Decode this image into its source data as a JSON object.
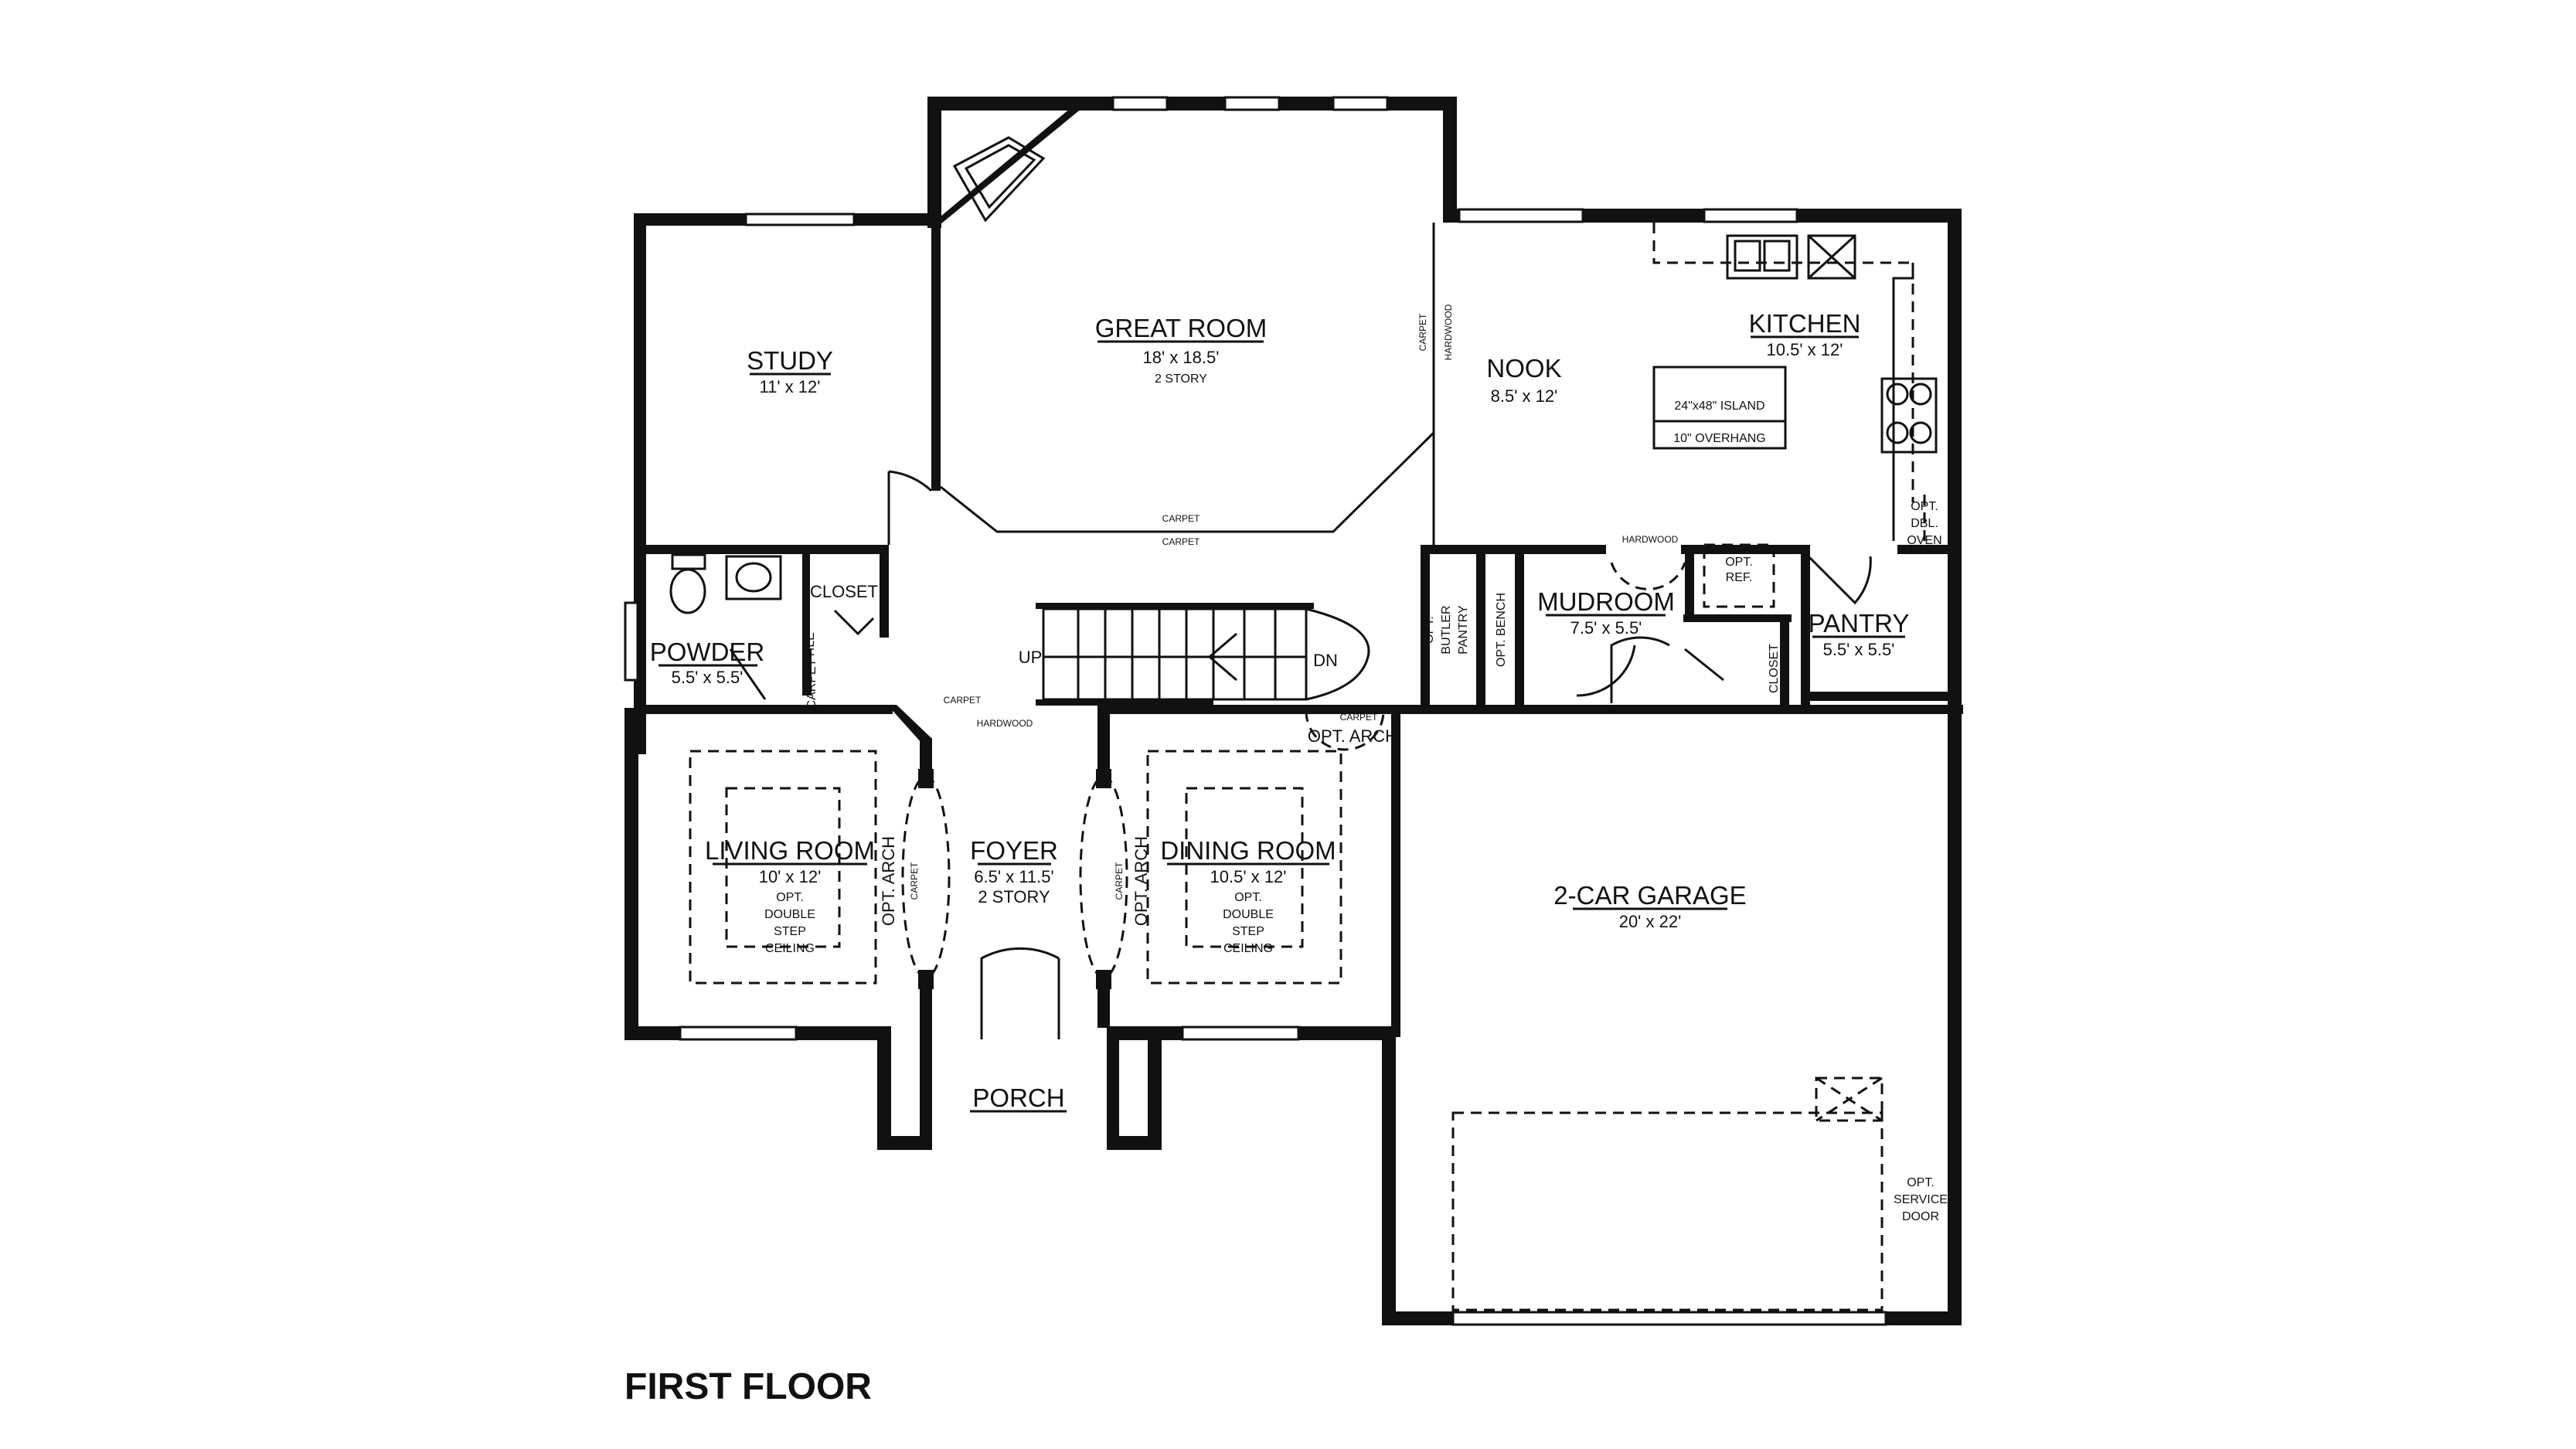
{
  "caption": "FIRST FLOOR",
  "rooms": {
    "great_room": {
      "name": "GREAT ROOM",
      "size": "18' x 18.5'",
      "note": "2 STORY"
    },
    "study": {
      "name": "STUDY",
      "size": "11' x 12'"
    },
    "nook": {
      "name": "NOOK",
      "size": "8.5' x 12'"
    },
    "kitchen": {
      "name": "KITCHEN",
      "size": "10.5' x 12'",
      "island": "24\"x48\" ISLAND",
      "overhang": "10\" OVERHANG"
    },
    "powder": {
      "name": "POWDER",
      "size": "5.5' x 5.5'"
    },
    "mudroom": {
      "name": "MUDROOM",
      "size": "7.5' x 5.5'"
    },
    "pantry": {
      "name": "PANTRY",
      "size": "5.5' x 5.5'"
    },
    "living_room": {
      "name": "LIVING ROOM",
      "size": "10' x 12'",
      "ceiling": [
        "OPT.",
        "DOUBLE",
        "STEP",
        "CEILING"
      ]
    },
    "foyer": {
      "name": "FOYER",
      "size": "6.5' x 11.5'",
      "note": "2 STORY"
    },
    "dining_room": {
      "name": "DINING ROOM",
      "size": "10.5' x 12'",
      "ceiling": [
        "OPT.",
        "DOUBLE",
        "STEP",
        "CEILING"
      ]
    },
    "garage": {
      "name": "2-CAR GARAGE",
      "size": "20' x 22'"
    },
    "porch": {
      "name": "PORCH"
    }
  },
  "notes": {
    "closet": "CLOSET",
    "carpet": "CARPET",
    "hardwood": "HARDWOOD",
    "tile": "TILE",
    "opt_arch": "OPT. ARCH",
    "up": "UP",
    "dn": "DN",
    "butler_pantry": [
      "OPT.",
      "BUTLER",
      "PANTRY"
    ],
    "opt_bench": "OPT. BENCH",
    "opt_ref": [
      "OPT.",
      "REF."
    ],
    "opt_dbl_oven": [
      "OPT.",
      "DBL.",
      "OVEN"
    ],
    "service_door": [
      "OPT.",
      "SERVICE",
      "DOOR"
    ]
  }
}
